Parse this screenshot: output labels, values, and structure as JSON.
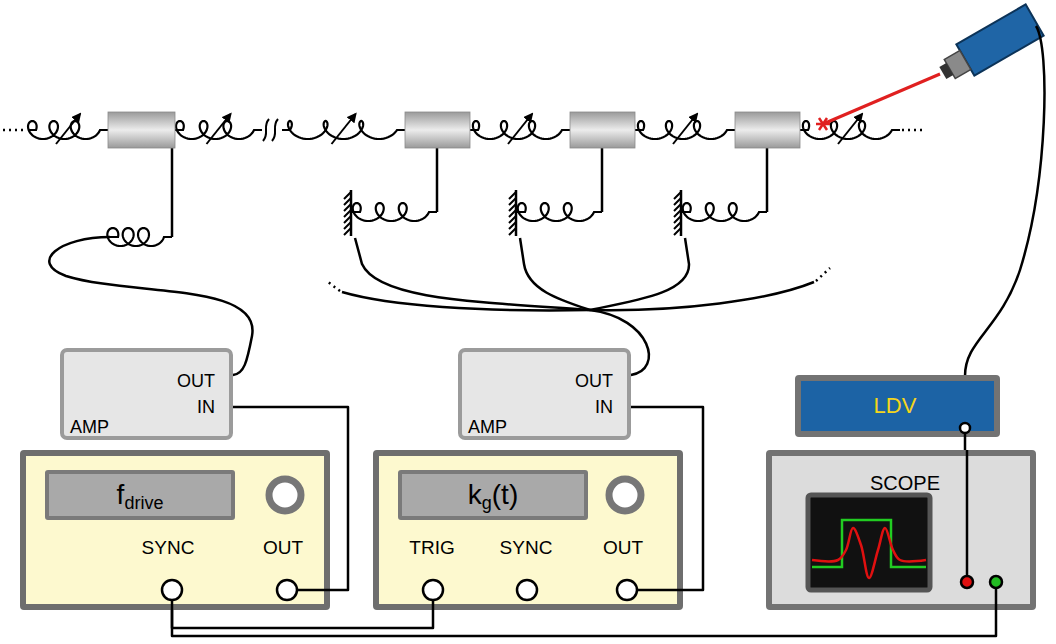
{
  "diagram": {
    "nodes": [
      {
        "text": [
          "OUT",
          "IN",
          "AMP"
        ]
      },
      {
        "text": [
          "OUT",
          "IN",
          "AMP"
        ]
      },
      {
        "text": [
          "LDV"
        ]
      },
      {
        "text": [
          "SYNC",
          "OUT"
        ]
      },
      {
        "text": [
          "f",
          "drive"
        ],
        "in": 3
      },
      {
        "text": [
          "TRIG",
          "SYNC",
          "OUT"
        ]
      },
      {
        "text": [
          "k",
          "g",
          "(t)"
        ],
        "in": 5
      },
      {
        "text": [
          "SCOPE"
        ]
      }
    ],
    "edges": [
      {
        "from": 3,
        "to": 0,
        "arrow": "none"
      },
      {
        "from": 5,
        "to": 1,
        "arrow": "none"
      },
      {
        "from": 3,
        "to": 5,
        "arrow": "none"
      },
      {
        "from": 3,
        "to": 7,
        "arrow": "none"
      },
      {
        "from": 2,
        "to": 7,
        "arrow": "none"
      }
    ]
  }
}
